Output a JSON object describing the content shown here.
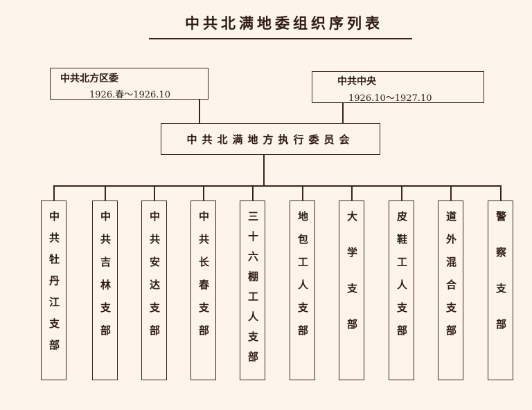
{
  "title": "中共北满地委组织序列表",
  "parents": [
    {
      "name": "中共北方区委",
      "period": "1926.春～1926.10"
    },
    {
      "name": "中共中央",
      "period": "1926.10～1927.10"
    }
  ],
  "central": "中共北满地方执行委员会",
  "branches": [
    "中共牡丹江支部",
    "中共吉林支部",
    "中共安达支部",
    "中共长春支部",
    "三十六棚工人支部",
    "地包工人支部",
    "大学支部",
    "皮鞋工人支部",
    "道外混合支部",
    "警察支部"
  ]
}
